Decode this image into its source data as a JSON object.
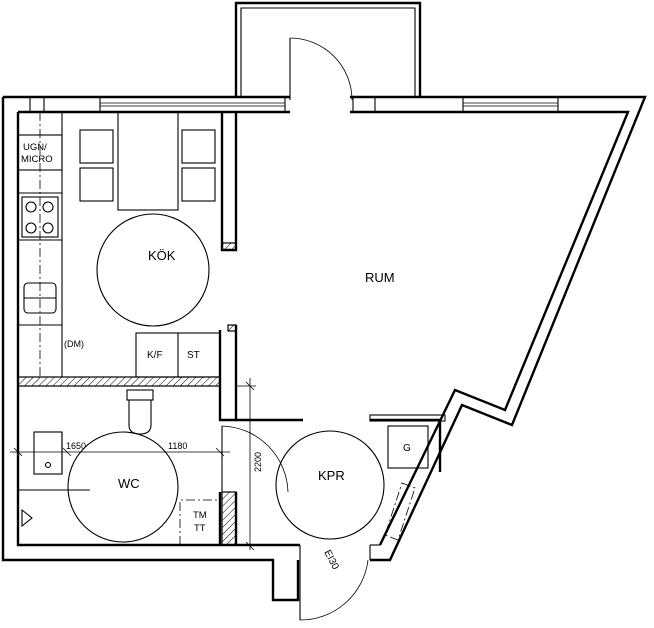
{
  "rooms": {
    "kitchen": "KÖK",
    "living": "RUM",
    "wc": "WC",
    "closet": "KPR"
  },
  "fixtures": {
    "oven_micro_line1": "UGN/",
    "oven_micro_line2": "MICRO",
    "dishwasher": "(DM)",
    "fridge_freezer": "K/F",
    "storage": "ST",
    "dryer_line1": "TM",
    "dryer_line2": "TT",
    "wardrobe": "G"
  },
  "dimensions": {
    "wc_width_left": "1650",
    "wc_width_right": "1180",
    "wc_depth": "2200",
    "door_class": "EI30"
  }
}
